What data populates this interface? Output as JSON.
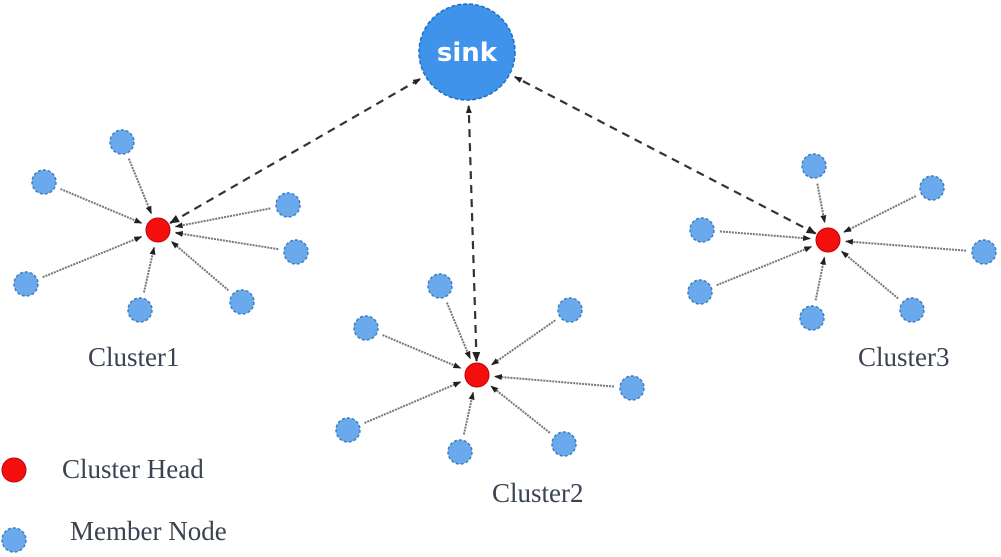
{
  "sink": {
    "label": "sink",
    "color": "#3f93ea"
  },
  "clusters": [
    {
      "name": "Cluster1",
      "member_count": 7
    },
    {
      "name": "Cluster2",
      "member_count": 7
    },
    {
      "name": "Cluster3",
      "member_count": 7
    }
  ],
  "legend": [
    {
      "label": "Cluster Head",
      "color": "#f40f0f"
    },
    {
      "label": "Member Node",
      "color": "#69a9ec"
    }
  ],
  "edges": {
    "member_to_head": "solid arrow",
    "head_to_sink": "dashed bidirectional arrow"
  }
}
